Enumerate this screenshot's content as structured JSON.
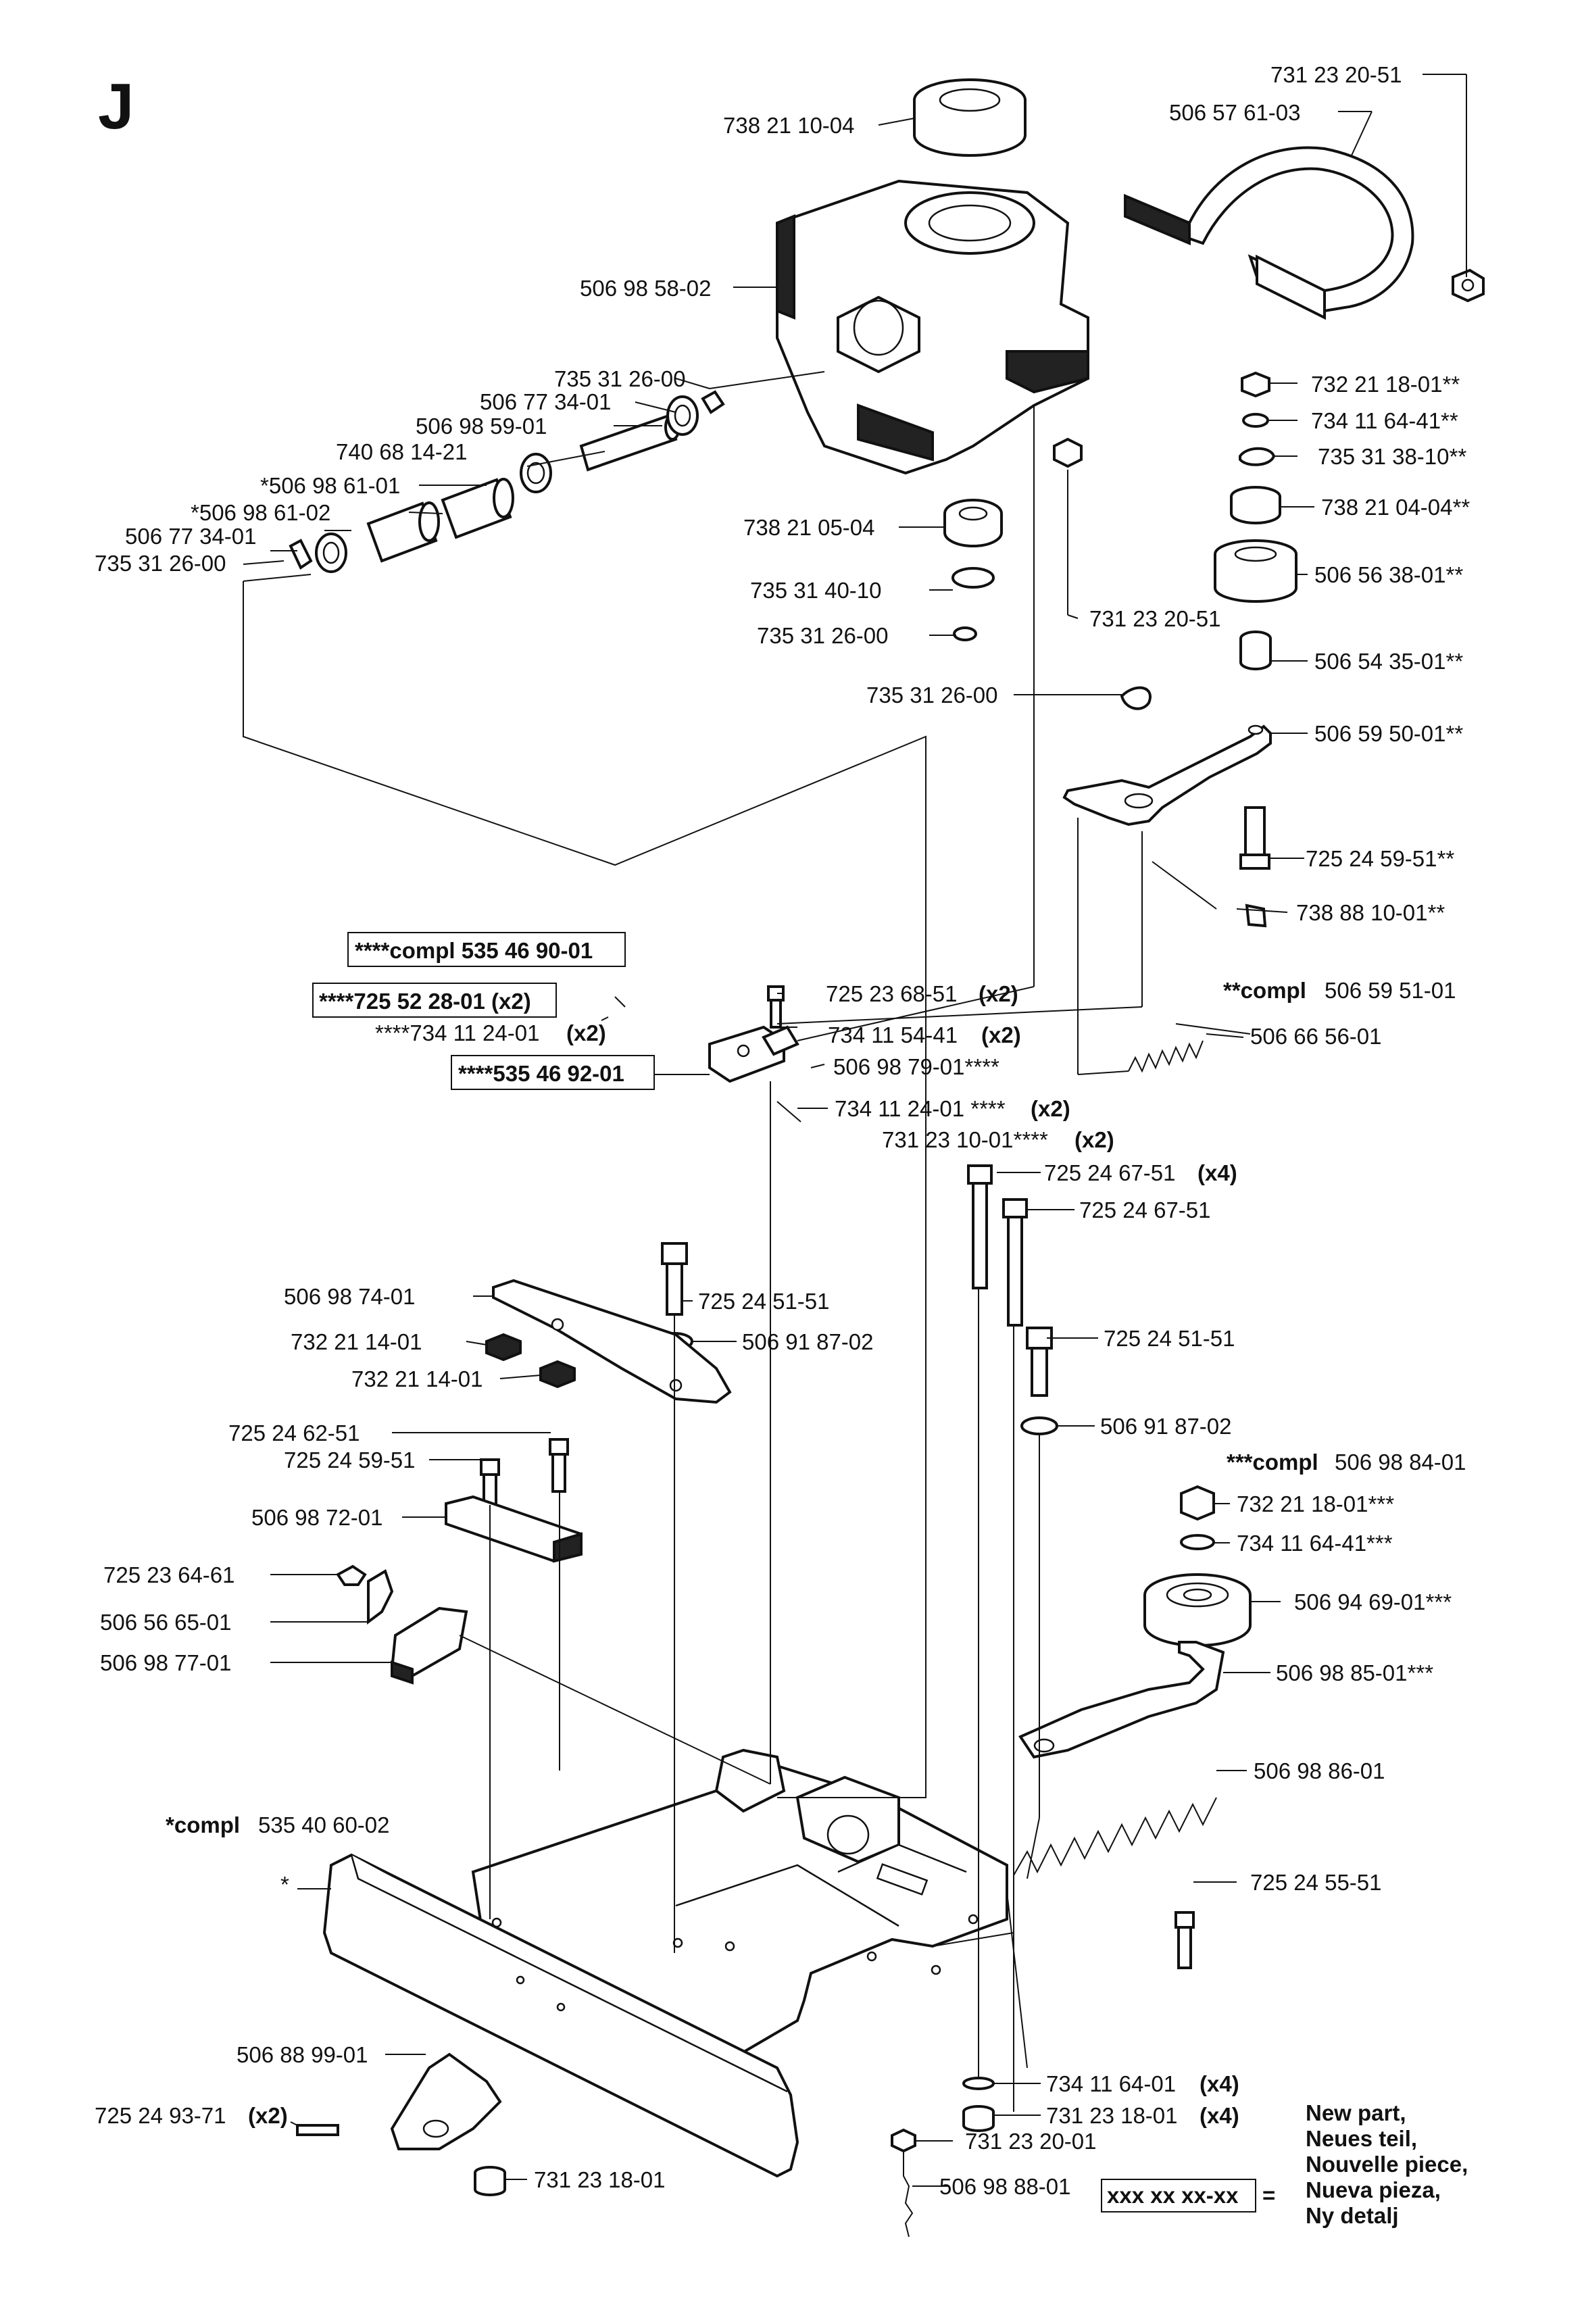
{
  "section_letter": "J",
  "labels": {
    "p73823_20_51_top": "731 23 20-51",
    "p50657_61_03": "506 57 61-03",
    "p73821_10_04": "738 21 10-04",
    "p50698_58_02": "506 98 58-02",
    "p73531_26_00_a": "735 31 26-00",
    "p50677_34_01_a": "506 77 34-01",
    "p50698_59_01": "506 98 59-01",
    "p74068_14_21": "740 68 14-21",
    "p50698_61_01": "*506 98 61-01",
    "p50698_61_02": "*506 98 61-02",
    "p50677_34_01_b": "506 77 34-01",
    "p73531_26_00_b": "735 31 26-00",
    "p73821_05_04": "738 21 05-04",
    "p73531_40_10": "735 31 40-10",
    "p73531_26_00_c": "735 31 26-00",
    "p73123_20_51_mid": "731 23 20-51",
    "p73221_18_01s": "732 21 18-01**",
    "p73411_64_41s": "734 11 64-41**",
    "p73531_38_10s": "735 31 38-10**",
    "p73821_04_04s": "738 21 04-04**",
    "p50656_38_01s": "506 56 38-01**",
    "p50654_35_01s": "506 54 35-01**",
    "p73531_26_00_d": "735 31 26-00",
    "p50659_50_01s": "506 59 50-01**",
    "p72524_59_51s": "725 24 59-51**",
    "p73888_10_01s": "738 88 10-01**",
    "compl_535469001": "****compl 535 46 90-01",
    "p725522801_x2": "****725 52 28-01 (x2)",
    "p734112401_x2_stars": "****734 11 24-01",
    "x2_a": "(x2)",
    "p535469201": "****535 46 92-01",
    "p72523_68_51": "725 23 68-51",
    "x2_b": "(x2)",
    "p73411_54_41": "734 11 54-41",
    "x2_c": "(x2)",
    "p50698_79_01": "506 98 79-01****",
    "p73411_24_01": "734 11 24-01 ****",
    "x2_d": "(x2)",
    "p73123_10_01": "731 23 10-01****",
    "x2_e": "(x2)",
    "compl_b": "**compl",
    "compl_b_num": "506 59 51-01",
    "p50666_56_01": "506 66 56-01",
    "p72524_67_51_x4": "725 24 67-51",
    "x4_a": "(x4)",
    "p72524_67_51": "725 24 67-51",
    "p50698_74_01": "506 98 74-01",
    "p72524_51_51_a": "725 24 51-51",
    "p73221_14_01_a": "732 21 14-01",
    "p50691_87_02_a": "506 91 87-02",
    "p73221_14_01_b": "732 21 14-01",
    "p72524_51_51_b": "725 24 51-51",
    "p72524_62_51": "725 24 62-51",
    "p72524_59_51": "725 24 59-51",
    "p50691_87_02_b": "506 91 87-02",
    "compl_c": "***compl",
    "compl_c_num": "506 98 84-01",
    "p50698_72_01": "506 98 72-01",
    "p73221_18_01t": "732 21 18-01***",
    "p73411_64_41t": "734 11 64-41***",
    "p72523_64_61": "725 23 64-61",
    "p50694_69_01t": "506 94 69-01***",
    "p50656_65_01": "506 56 65-01",
    "p50698_77_01": "506 98 77-01",
    "p50698_85_01t": "506 98 85-01***",
    "p50698_86_01": "506 98 86-01",
    "compl_a": "*compl",
    "compl_a_num": "535 40 60-02",
    "star": "*",
    "p72524_55_51": "725 24 55-51",
    "p50688_99_01": "506 88 99-01",
    "p73411_64_01": "734 11 64-01",
    "x4_b": "(x4)",
    "p72524_93_71": "725 24 93-71",
    "x2_f": "(x2)",
    "p73123_18_01_x4": "731 23 18-01",
    "x4_c": "(x4)",
    "p73123_20_01": "731 23 20-01",
    "p73123_18_01": "731 23 18-01",
    "p50698_88_01": "506 98 88-01"
  },
  "legend": {
    "box_text": "xxx xx xx-xx",
    "equals": "=",
    "lines": [
      "New part,",
      "Neues teil,",
      "Nouvelle piece,",
      "Nueva pieza,",
      "Ny detalj"
    ]
  }
}
